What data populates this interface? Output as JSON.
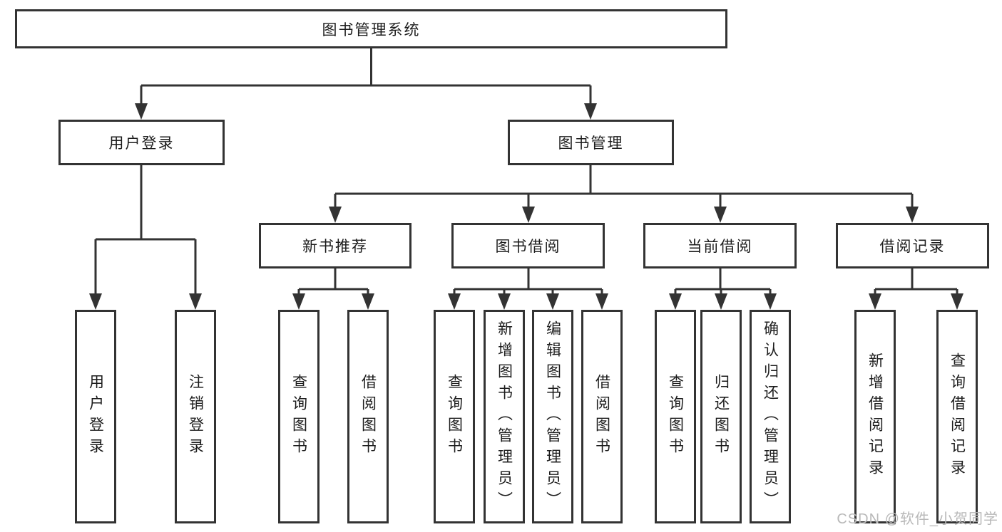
{
  "diagram_type": "hierarchy-chart",
  "colors": {
    "line": "#333333",
    "box_border": "#333333",
    "box_background": "#ffffff",
    "text": "#1c1c1c",
    "watermark": "#b8b8b8",
    "page_background": "#ffffff"
  },
  "tree": {
    "label": "图书管理系统",
    "children": [
      {
        "label": "用户登录",
        "children": [
          {
            "label": "用户登录"
          },
          {
            "label": "注销登录"
          }
        ]
      },
      {
        "label": "图书管理",
        "children": [
          {
            "label": "新书推荐",
            "children": [
              {
                "label": "查询图书"
              },
              {
                "label": "借阅图书"
              }
            ]
          },
          {
            "label": "图书借阅",
            "children": [
              {
                "label": "查询图书"
              },
              {
                "label": "新增图书（管理员）"
              },
              {
                "label": "编辑图书（管理员）"
              },
              {
                "label": "借阅图书"
              }
            ]
          },
          {
            "label": "当前借阅",
            "children": [
              {
                "label": "查询图书"
              },
              {
                "label": "归还图书"
              },
              {
                "label": "确认归还（管理员）"
              }
            ]
          },
          {
            "label": "借阅记录",
            "children": [
              {
                "label": "新增借阅记录"
              },
              {
                "label": "查询借阅记录"
              }
            ]
          }
        ]
      }
    ]
  },
  "watermark": {
    "text": "CSDN @软件_小贺同学"
  }
}
